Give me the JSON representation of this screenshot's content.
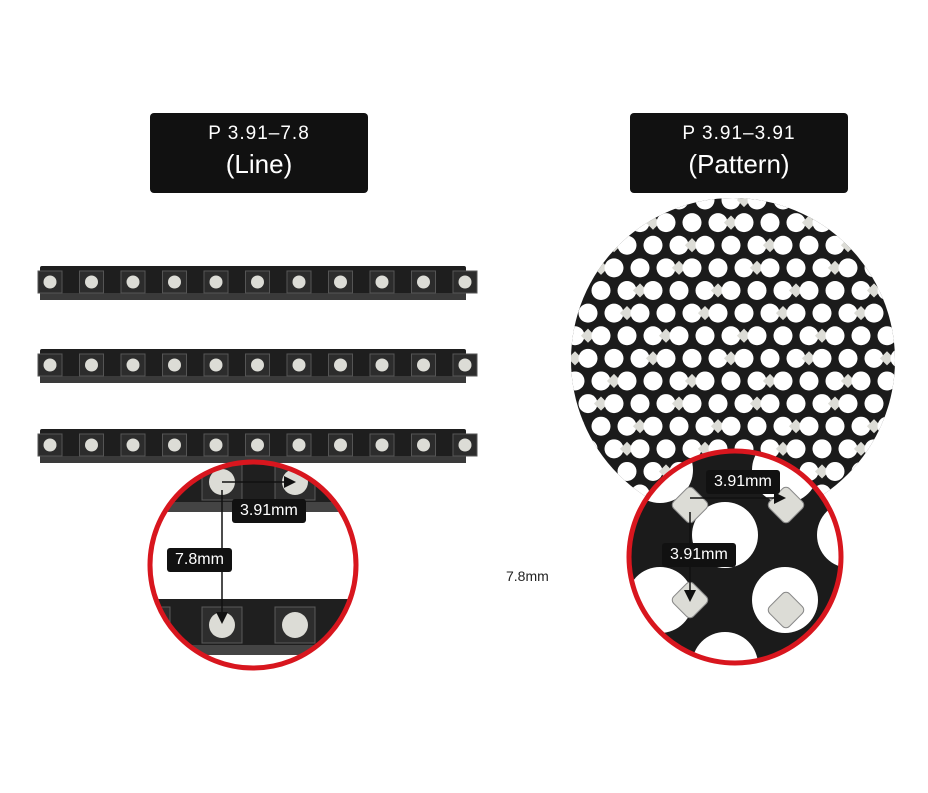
{
  "left": {
    "title_line1": "P 3.91–7.8",
    "title_line2": "(Line)",
    "horizontal_pitch": "3.91mm",
    "vertical_pitch": "7.8mm"
  },
  "right": {
    "title_line1": "P 3.91–3.91",
    "title_line2": "(Pattern)",
    "horizontal_pitch": "3.91mm",
    "vertical_pitch": "3.91mm"
  },
  "middle_label": "7.8mm",
  "colors": {
    "accent_ring": "#d8161e",
    "panel": "#1b1b1b",
    "led": "#dcdcd6"
  }
}
